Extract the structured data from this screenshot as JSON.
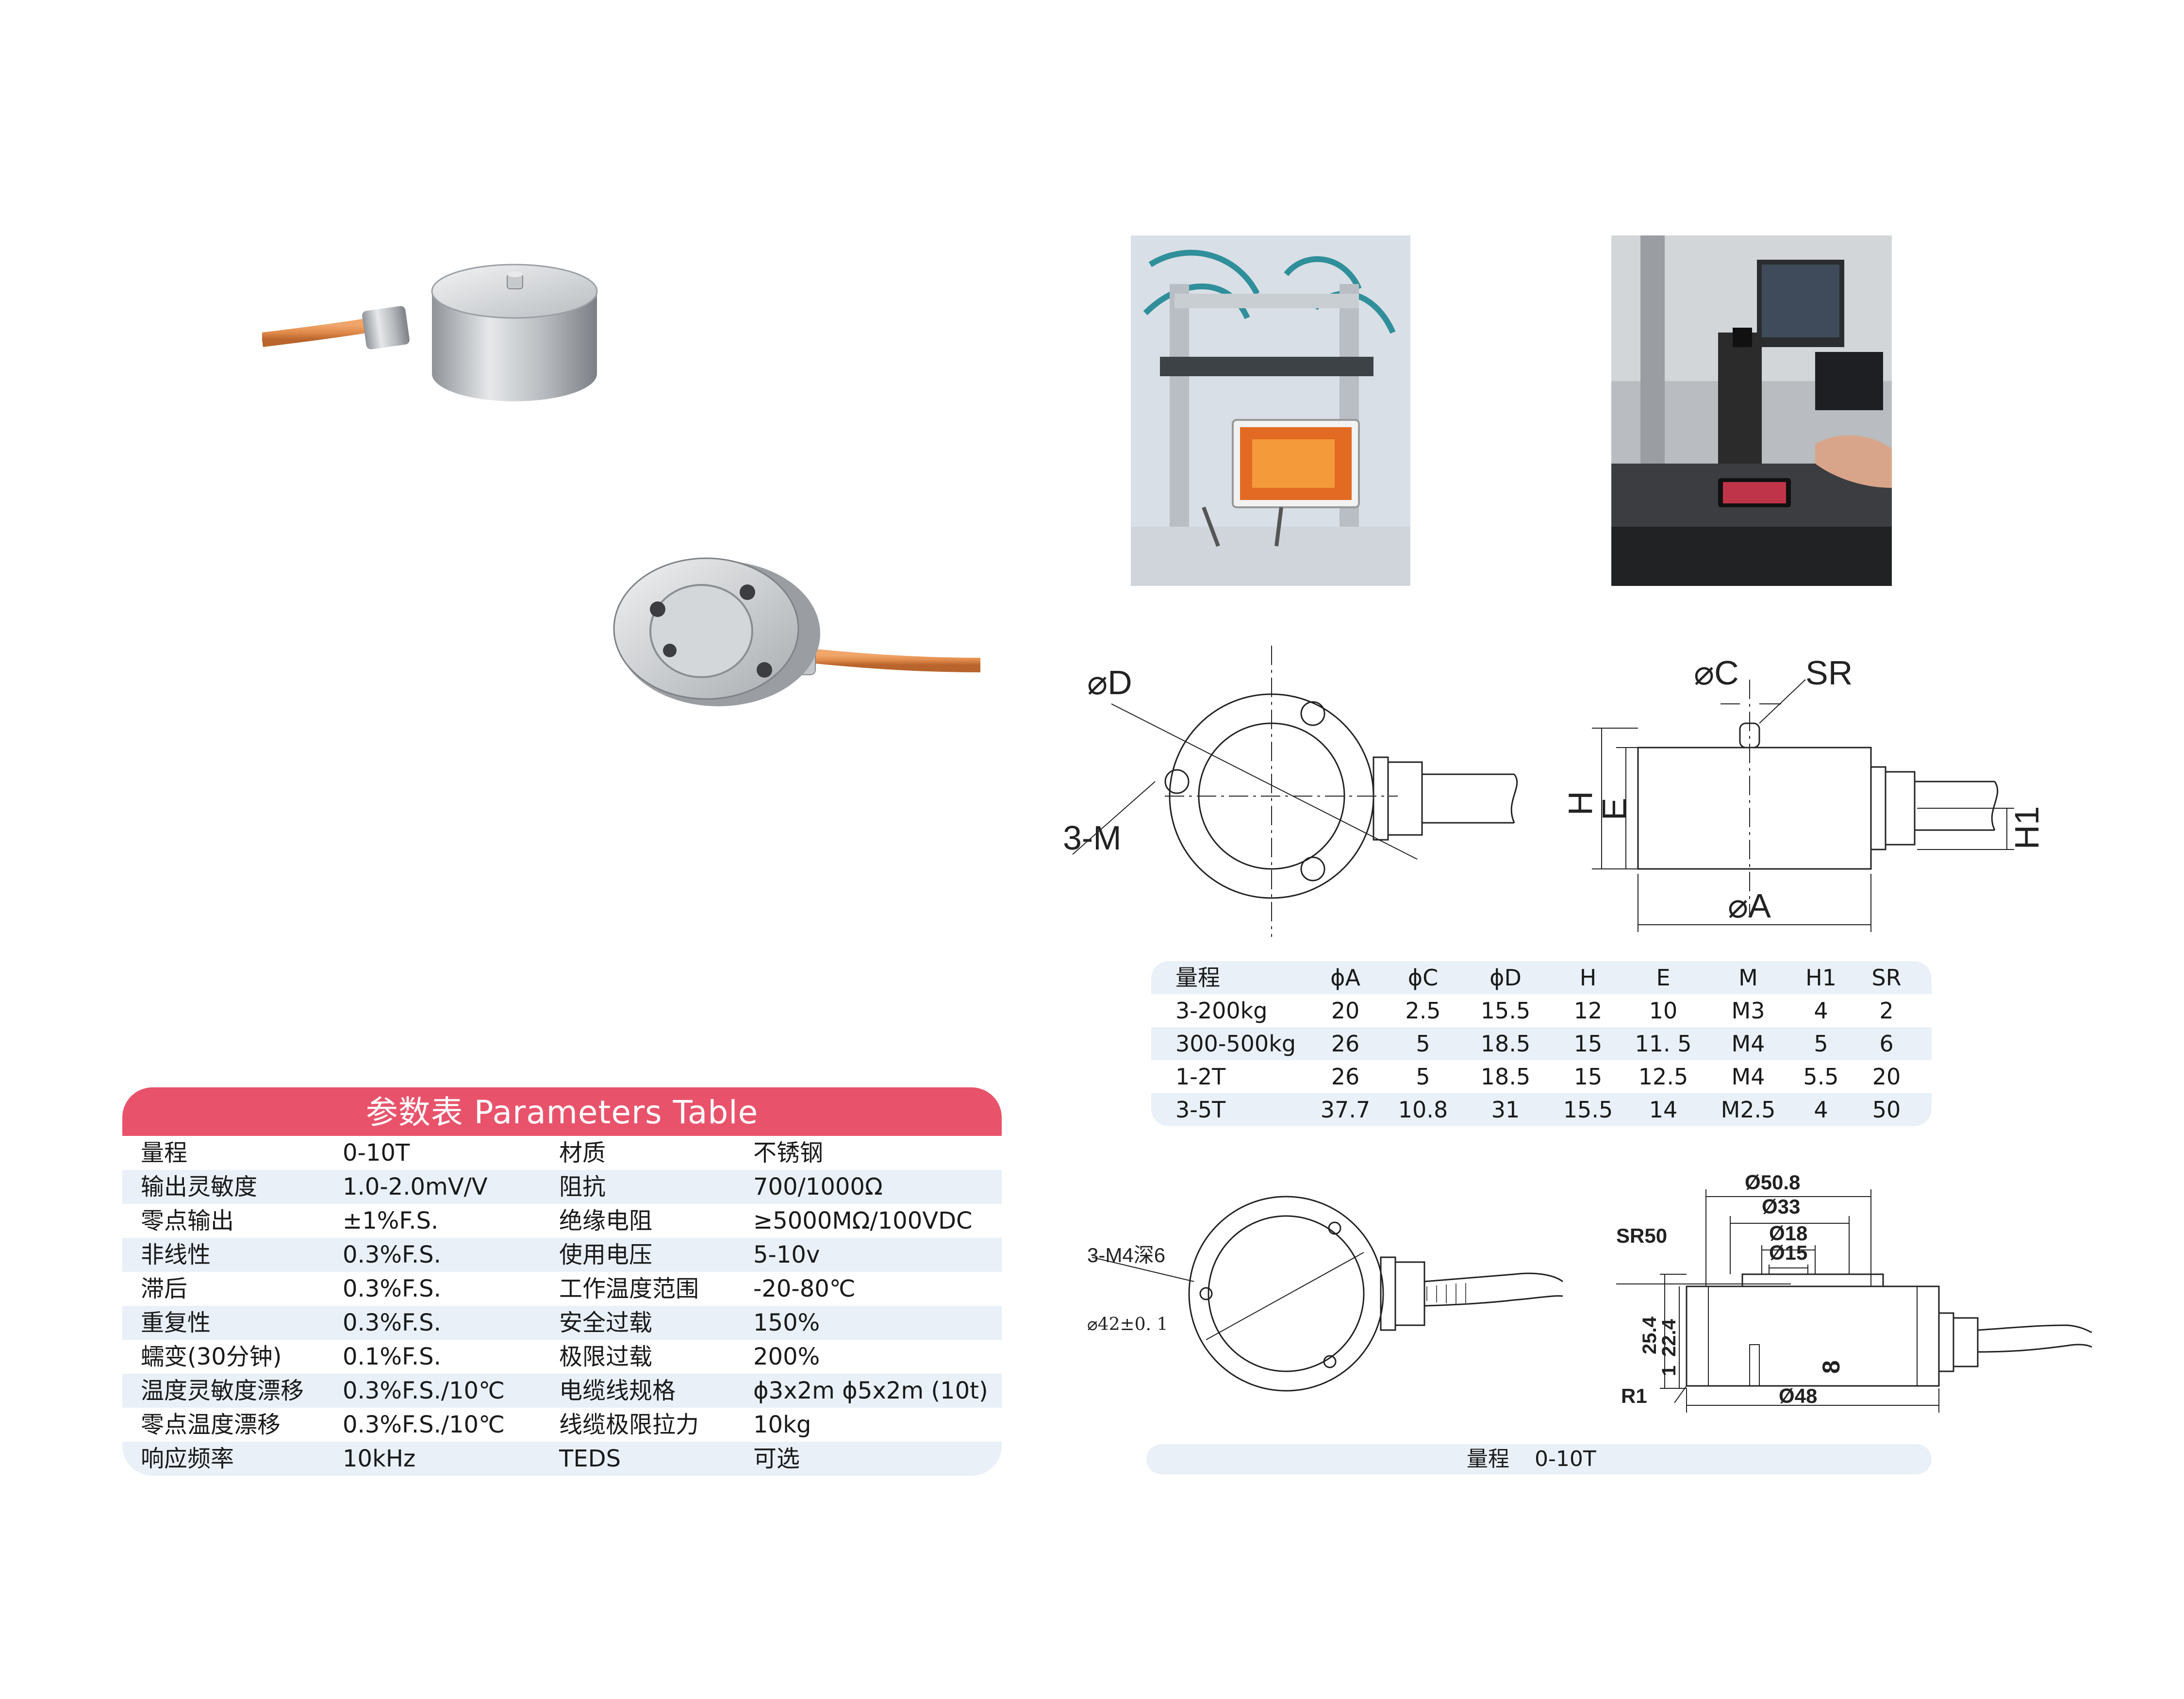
{
  "params_table": {
    "title": "参数表  Parameters Table",
    "rows": [
      [
        "量程",
        "0-10T",
        "材质",
        "不锈钢"
      ],
      [
        "输出灵敏度",
        "1.0-2.0mV/V",
        "阻抗",
        "700/1000Ω"
      ],
      [
        "零点输出",
        "±1%F.S.",
        "绝缘电阻",
        "≥5000MΩ/100VDC"
      ],
      [
        "非线性",
        "0.3%F.S.",
        "使用电压",
        "5-10v"
      ],
      [
        "滞后",
        "0.3%F.S.",
        "工作温度范围",
        "-20-80℃"
      ],
      [
        "重复性",
        "0.3%F.S.",
        "安全过载",
        "150%"
      ],
      [
        "蠕变(30分钟)",
        "0.1%F.S.",
        "极限过载",
        "200%"
      ],
      [
        "温度灵敏度漂移",
        "0.3%F.S./10℃",
        "电缆线规格",
        "ϕ3x2m  ϕ5x2m (10t)"
      ],
      [
        "零点温度漂移",
        "0.3%F.S./10℃",
        "线缆极限拉力",
        "10kg"
      ],
      [
        "响应频率",
        "10kHz",
        "TEDS",
        "可选"
      ]
    ]
  },
  "dimension_table": {
    "headers": [
      "量程",
      "ϕA",
      "ϕC",
      "ϕD",
      "H",
      "E",
      "M",
      "H1",
      "SR"
    ],
    "rows": [
      [
        "3-200kg",
        "20",
        "2.5",
        "15.5",
        "12",
        "10",
        "M3",
        "4",
        "2"
      ],
      [
        "300-500kg",
        "26",
        "5",
        "18.5",
        "15",
        "11. 5",
        "M4",
        "5",
        "6"
      ],
      [
        "1-2T",
        "26",
        "5",
        "18.5",
        "15",
        "12.5",
        "M4",
        "5.5",
        "20"
      ],
      [
        "3-5T",
        "37.7",
        "10.8",
        "31",
        "15.5",
        "14",
        "M2.5",
        "4",
        "50"
      ]
    ]
  },
  "drawing1_labels": {
    "d": "⌀D",
    "m": "3-M",
    "c": "⌀C",
    "sr": "SR",
    "h": "H",
    "e": "E",
    "h1": "H1",
    "a": "⌀A"
  },
  "drawing2_labels": {
    "m4": "3-M4深6",
    "d42": "⌀42±0. 1",
    "d508": "Ø50.8",
    "d33": "Ø33",
    "d18": "Ø18",
    "d15": "Ø15",
    "sr50": "SR50",
    "h254": "25.4",
    "h224": "22.4",
    "one": "1",
    "r1": "R1",
    "d48": "Ø48",
    "eight": "8"
  },
  "range_bar": {
    "label": "量程",
    "value": "0-10T"
  },
  "colors": {
    "header_red": "#e8536b",
    "row_alt": "#e9f0f7",
    "cable_orange": "#e08a4a",
    "steel": "#c9ccd0"
  }
}
